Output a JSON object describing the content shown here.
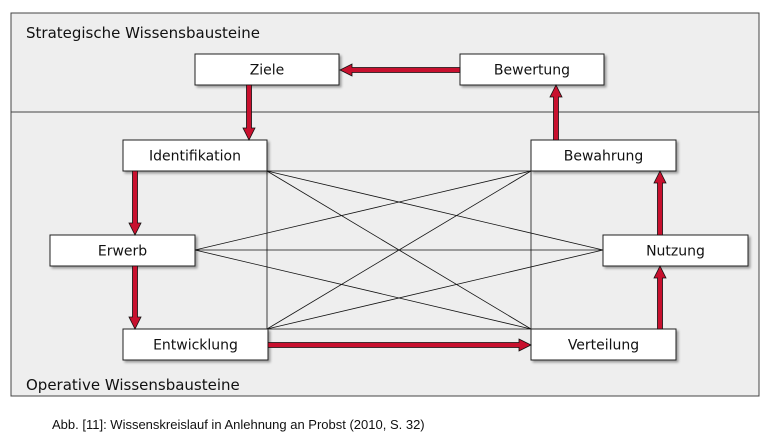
{
  "regions": {
    "strategic_title": "Strategische Wissensbausteine",
    "operative_title": "Operative Wissensbausteine"
  },
  "nodes": {
    "ziele": "Ziele",
    "bewertung": "Bewertung",
    "identifikation": "Identifikation",
    "bewahrung": "Bewahrung",
    "erwerb": "Erwerb",
    "nutzung": "Nutzung",
    "entwicklung": "Entwicklung",
    "verteilung": "Verteilung"
  },
  "colors": {
    "region_fill": "#eeeeee",
    "arrow": "#c8102e",
    "arrow_outline": "#111111"
  },
  "caption": "Abb. [11]: Wissenskreislauf in Anlehnung an Probst (2010, S. 32)"
}
